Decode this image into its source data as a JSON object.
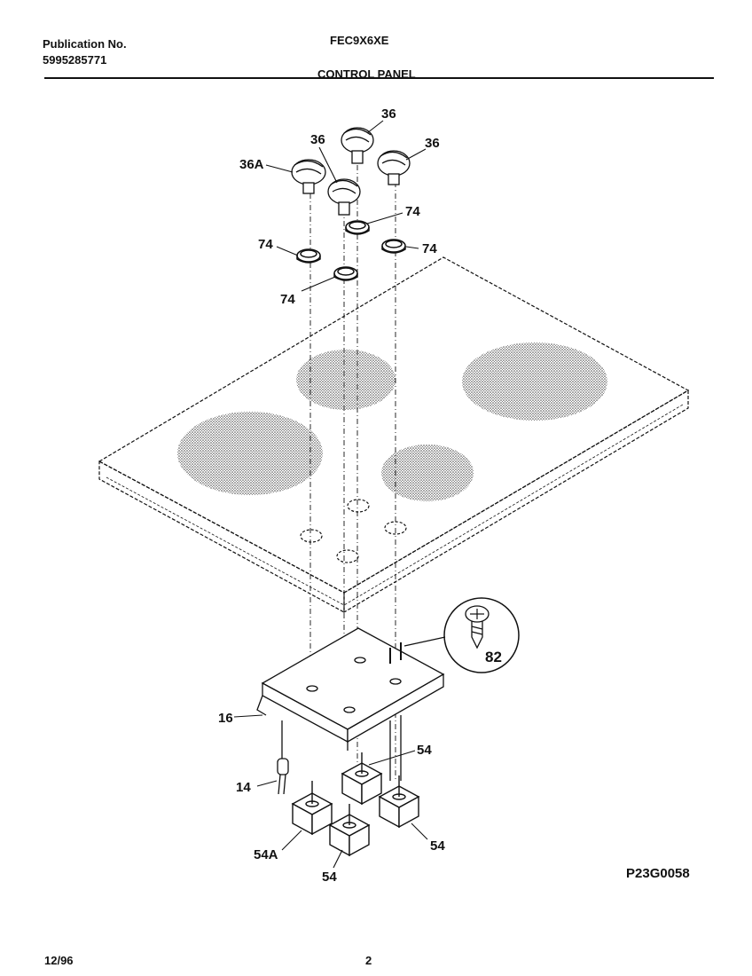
{
  "header": {
    "publication_label": "Publication No.",
    "publication_number": "5995285771",
    "model": "FEC9X6XE",
    "section_title": "CONTROL PANEL"
  },
  "footer": {
    "date": "12/96",
    "page": "2"
  },
  "diagram": {
    "figure_id": "P23G0058",
    "callouts": {
      "knob_top": "36",
      "knob_mid": "36",
      "knob_right": "36",
      "knob_left": "36A",
      "bezel_upper": "74",
      "bezel_left": "74",
      "bezel_right": "74",
      "bezel_lower": "74",
      "screw": "82",
      "bracket": "16",
      "light": "14",
      "switch_top": "54",
      "switch_right": "54",
      "switch_bottom": "54",
      "switch_left": "54A"
    }
  }
}
